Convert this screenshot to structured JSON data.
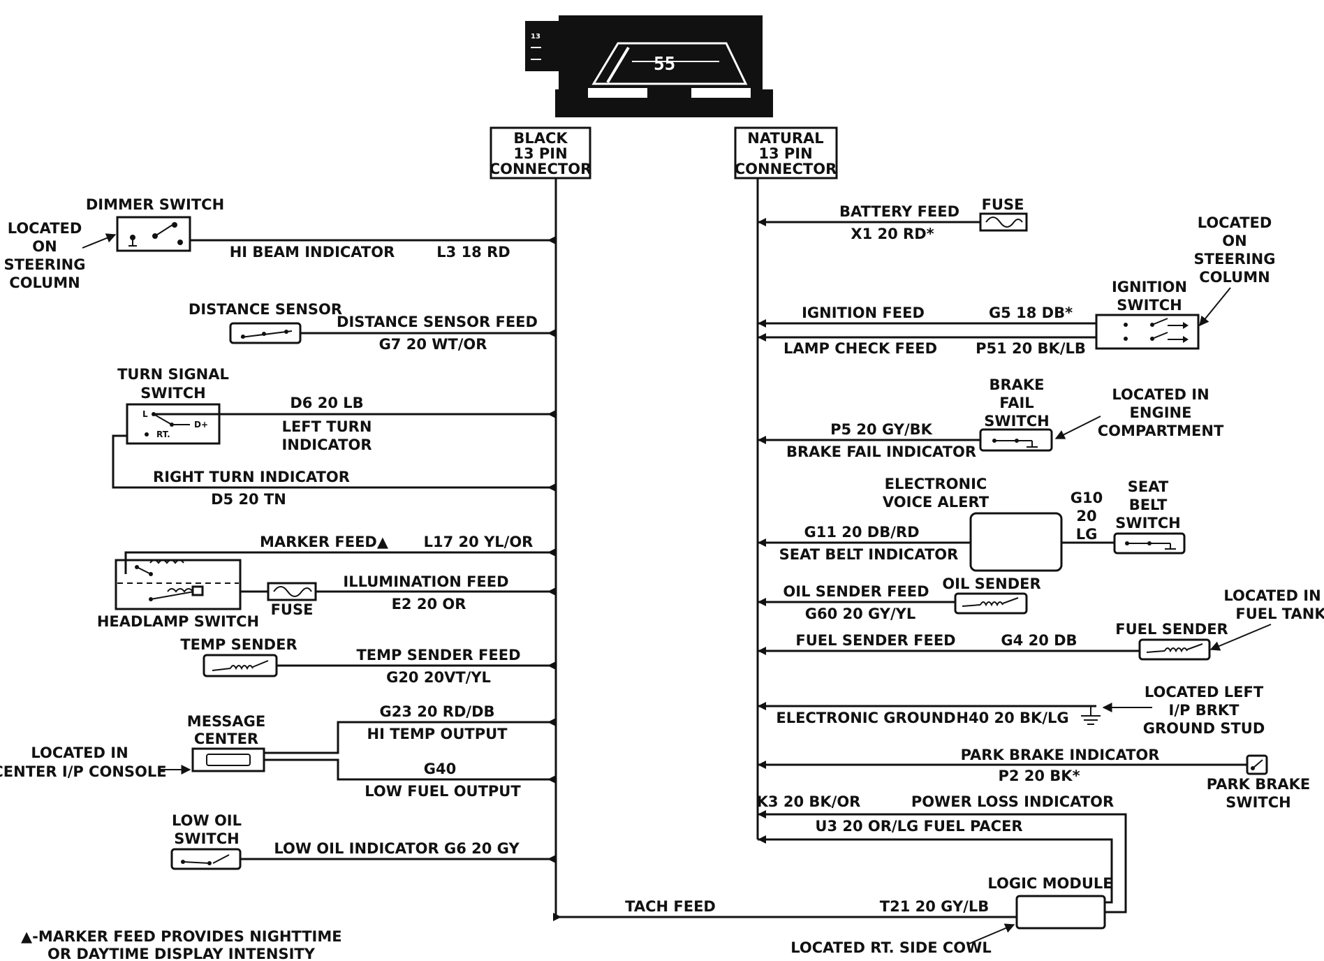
{
  "connectors": {
    "black": [
      "BLACK",
      "13 PIN",
      "CONNECTOR"
    ],
    "natural": [
      "NATURAL",
      "13 PIN",
      "CONNECTOR"
    ]
  },
  "cluster": {
    "speed_readout": "55",
    "left_marks": [
      "13",
      "",
      ""
    ]
  },
  "left": {
    "dimmer_title": "DIMMER SWITCH",
    "dimmer_location": [
      "LOCATED",
      "ON",
      "STEERING",
      "COLUMN"
    ],
    "hi_beam_label": "HI BEAM INDICATOR",
    "hi_beam_wire": "L3 18 RD",
    "distance_sensor_title": "DISTANCE SENSOR",
    "distance_feed_label": "DISTANCE SENSOR FEED",
    "distance_feed_wire": "G7 20 WT/OR",
    "turn_title": [
      "TURN SIGNAL",
      "SWITCH"
    ],
    "turn_pins": {
      "l": "L",
      "d": "D+",
      "rt": "RT."
    },
    "left_turn_wire": "D6 20 LB",
    "left_turn_label": [
      "LEFT TURN",
      "INDICATOR"
    ],
    "right_turn_label": "RIGHT TURN INDICATOR",
    "right_turn_wire": "D5 20 TN",
    "marker_label": "MARKER FEED▲",
    "marker_wire": "L17 20 YL/OR",
    "illumination_label": "ILLUMINATION FEED",
    "illumination_wire": "E2 20 OR",
    "fuse_label": "FUSE",
    "headlamp_title": "HEADLAMP SWITCH",
    "temp_title": "TEMP SENDER",
    "temp_feed_label": "TEMP SENDER FEED",
    "temp_feed_wire": "G20 20VT/YL",
    "message_title": [
      "MESSAGE",
      "CENTER"
    ],
    "message_location": [
      "LOCATED IN",
      "CENTER I/P CONSOLE"
    ],
    "hi_temp_wire": "G23 20 RD/DB",
    "hi_temp_label": "HI TEMP OUTPUT",
    "low_fuel_wire": "G40",
    "low_fuel_label": "LOW FUEL OUTPUT",
    "low_oil_title": [
      "LOW OIL",
      "SWITCH"
    ],
    "low_oil_label": "LOW OIL INDICATOR G6 20 GY",
    "tach_label": "TACH FEED",
    "tach_wire": "T21 20 GY/LB",
    "footnote": [
      "▲-MARKER FEED PROVIDES NIGHTTIME",
      "OR DAYTIME DISPLAY INTENSITY"
    ]
  },
  "right": {
    "battery_label": "BATTERY FEED",
    "battery_wire": "X1 20 RD*",
    "fuse_label": "FUSE",
    "steering_location": [
      "LOCATED",
      "ON",
      "STEERING",
      "COLUMN"
    ],
    "ignition_title": [
      "IGNITION",
      "SWITCH"
    ],
    "ignition_label": "IGNITION FEED",
    "ignition_wire": "G5 18 DB*",
    "lamp_check_label": "LAMP CHECK FEED",
    "lamp_check_wire": "P51 20 BK/LB",
    "brake_fail_title": [
      "BRAKE",
      "FAIL",
      "SWITCH"
    ],
    "engine_location": [
      "LOCATED IN",
      "ENGINE",
      "COMPARTMENT"
    ],
    "brake_fail_wire": "P5 20 GY/BK",
    "brake_fail_label": "BRAKE FAIL INDICATOR",
    "voice_title": [
      "ELECTRONIC",
      "VOICE ALERT"
    ],
    "seat_wire_vert": [
      "G10",
      "20",
      "LG"
    ],
    "seat_title": [
      "SEAT",
      "BELT",
      "SWITCH"
    ],
    "seat_wire": "G11 20 DB/RD",
    "seat_label": "SEAT BELT INDICATOR",
    "oil_feed_label": "OIL SENDER FEED",
    "oil_feed_wire": "G60 20 GY/YL",
    "oil_title": "OIL SENDER",
    "fuel_location": [
      "LOCATED IN",
      "FUEL TANK"
    ],
    "fuel_title": "FUEL SENDER",
    "fuel_feed_label": "FUEL SENDER FEED",
    "fuel_feed_wire": "G4 20 DB",
    "ground_location": [
      "LOCATED LEFT",
      "I/P BRKT",
      "GROUND STUD"
    ],
    "ground_label": "ELECTRONIC GROUND",
    "ground_wire": "H40 20 BK/LG",
    "park_label": "PARK BRAKE INDICATOR",
    "park_wire": "P2 20 BK*",
    "park_title": [
      "PARK BRAKE",
      "SWITCH"
    ],
    "k3_wire": "K3 20 BK/OR",
    "power_loss_label": "POWER LOSS INDICATOR",
    "pacer_label": "U3 20 OR/LG FUEL PACER",
    "logic_title": "LOGIC MODULE",
    "logic_location": "LOCATED RT. SIDE COWL"
  }
}
